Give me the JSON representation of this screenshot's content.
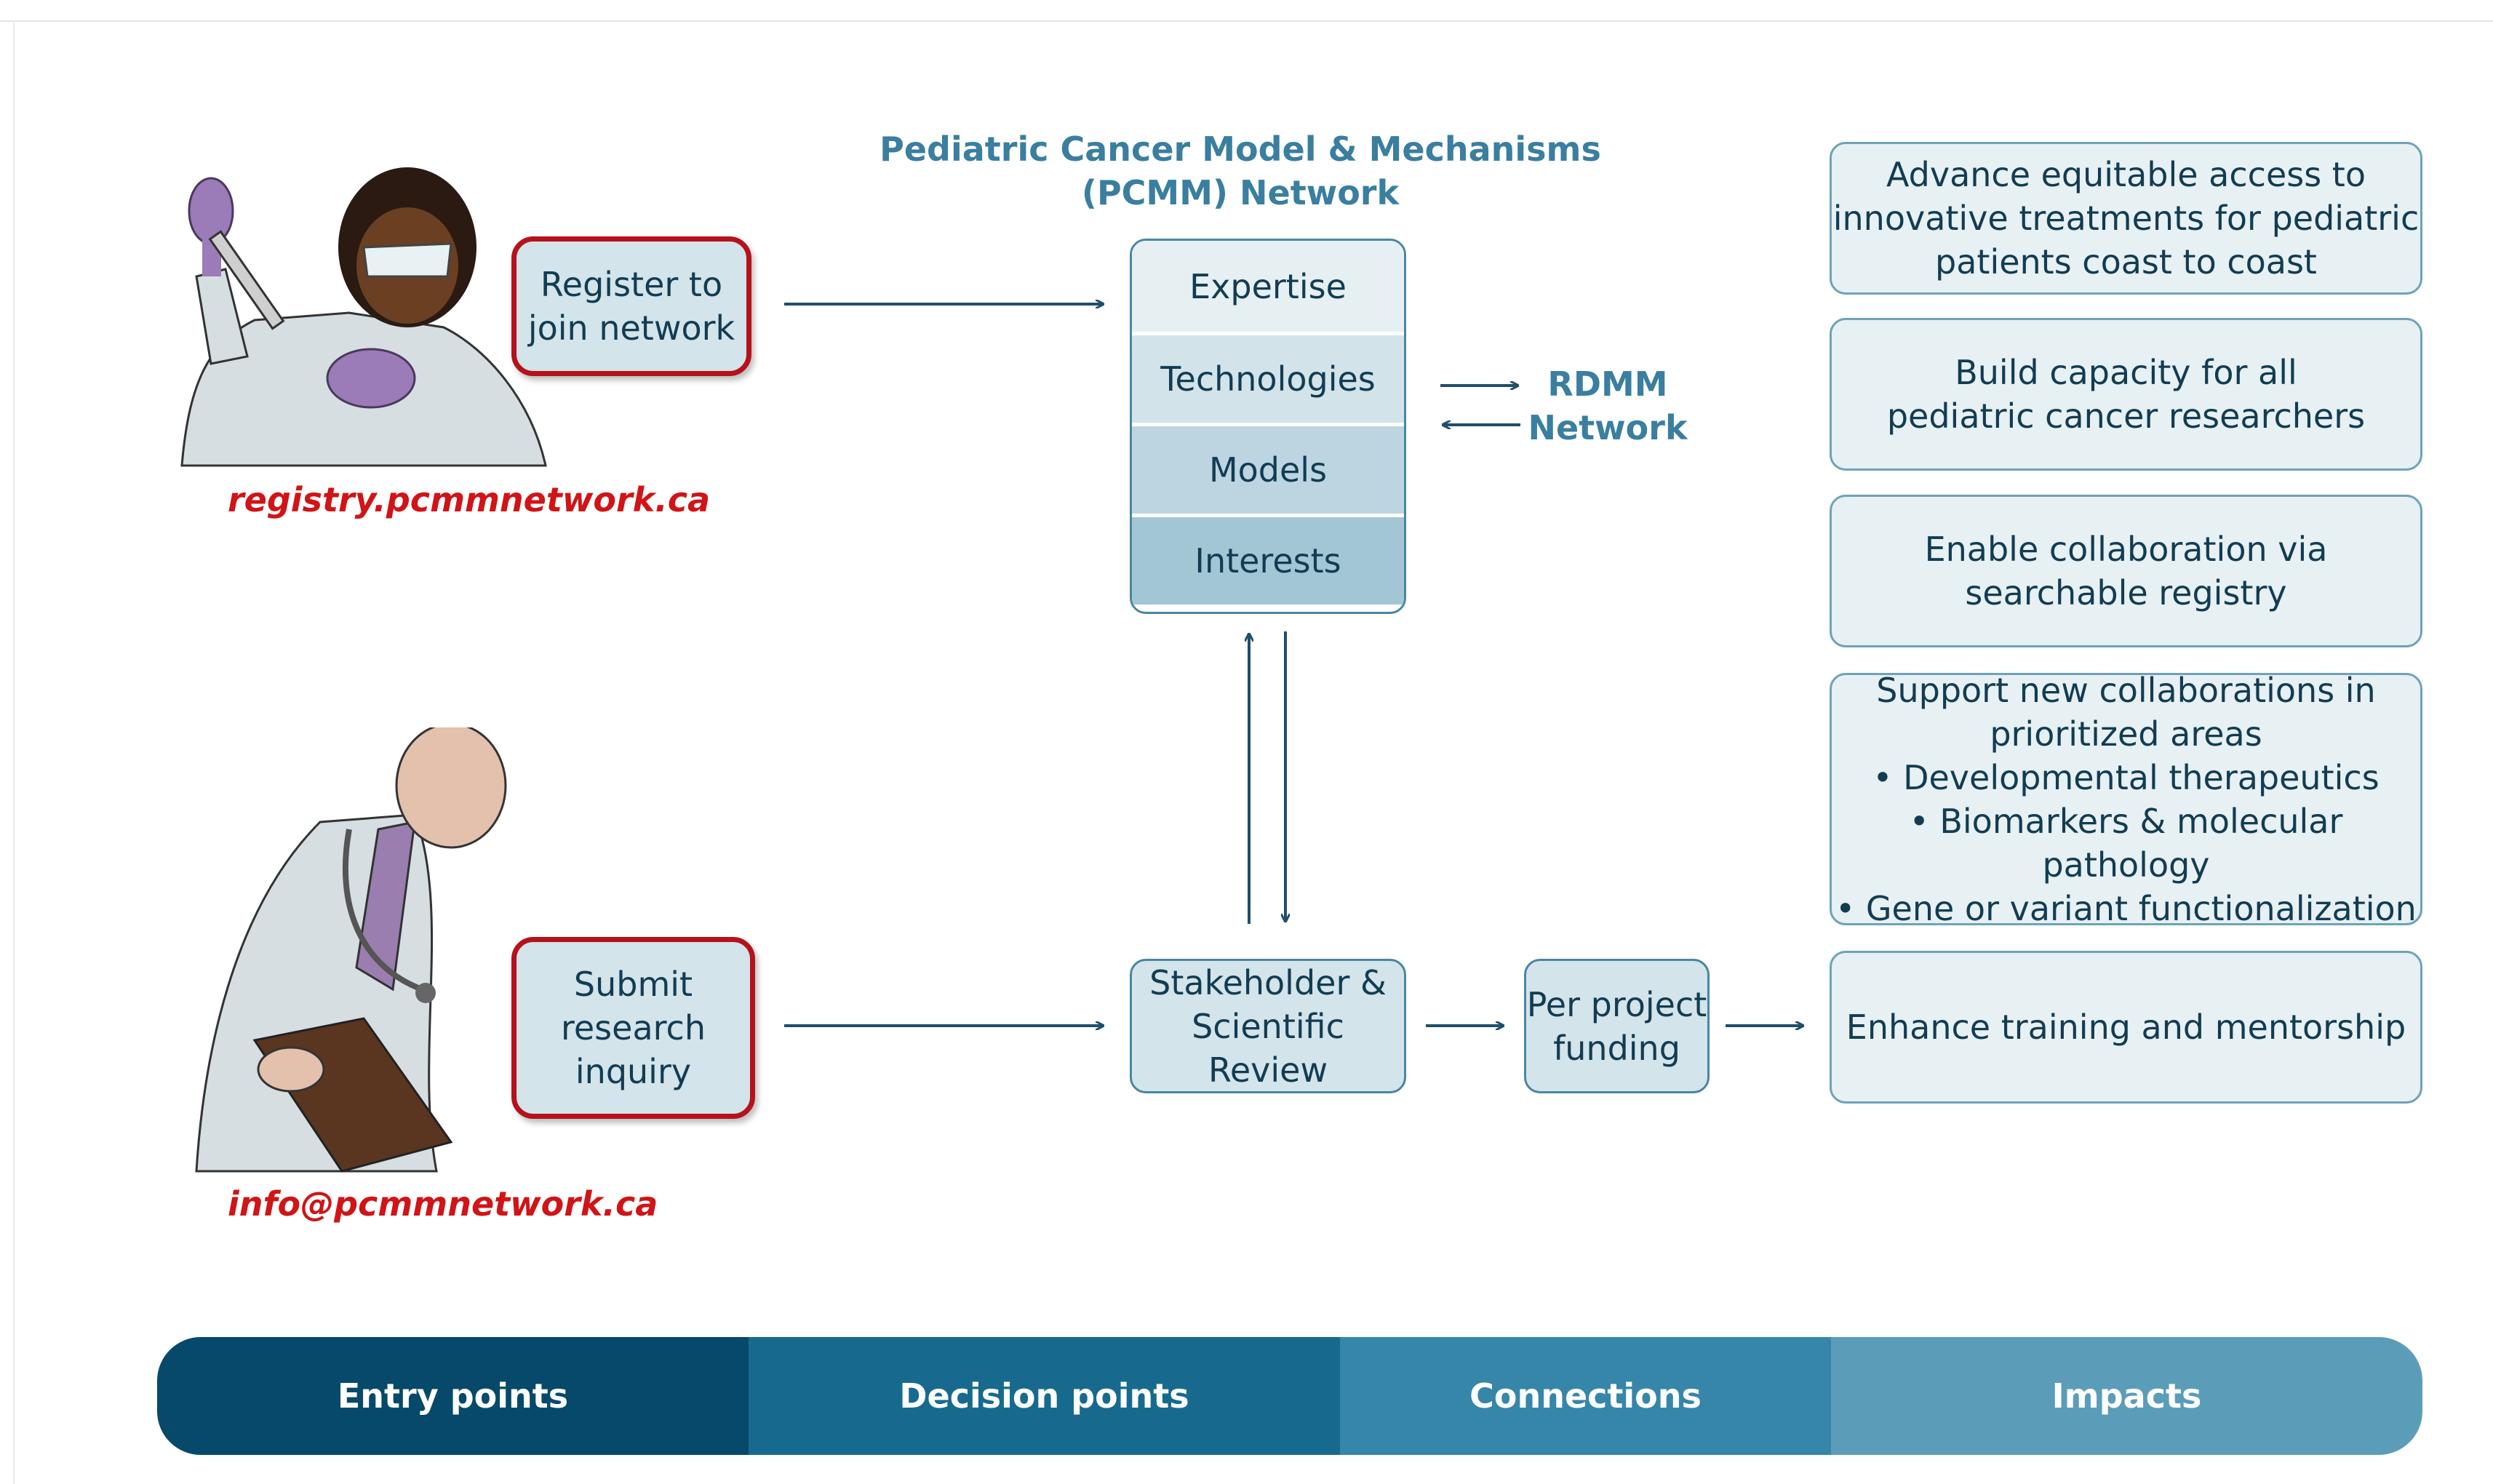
{
  "network": {
    "title_line1": "Pediatric Cancer Model & Mechanisms",
    "title_line2": "(PCMM) Network",
    "layers": [
      "Expertise",
      "Technologies",
      "Models",
      "Interests"
    ]
  },
  "entry": {
    "register": {
      "line1": "Register to",
      "line2": "join network",
      "link": "registry.pcmmnetwork.ca"
    },
    "inquiry": {
      "line1": "Submit",
      "line2": "research",
      "line3": "inquiry",
      "link": "info@pcmmnetwork.ca"
    }
  },
  "rdmm": {
    "line1": "RDMM",
    "line2": "Network"
  },
  "review": {
    "line1": "Stakeholder &",
    "line2": "Scientific Review"
  },
  "funding": {
    "line1": "Per project",
    "line2": "funding"
  },
  "impacts": [
    "Advance equitable access to\ninnovative treatments for pediatric\npatients coast to coast",
    "Build capacity for all\npediatric cancer researchers",
    "Enable collaboration via\nsearchable registry",
    "Support new collaborations in\nprioritized areas\n• Developmental therapeutics\n• Biomarkers & molecular pathology\n• Gene or variant functionalization",
    "Enhance training and mentorship"
  ],
  "band": {
    "segments": [
      "Entry points",
      "Decision points",
      "Connections",
      "Impacts"
    ],
    "colors": [
      "#06496a",
      "#176a8e",
      "#3686a9",
      "#5b9db9"
    ]
  },
  "colors": {
    "accent_red": "#d01417",
    "box_fill": "#d3e4ea",
    "dark_text": "#123c52",
    "title_blue": "#3a7ea0"
  }
}
